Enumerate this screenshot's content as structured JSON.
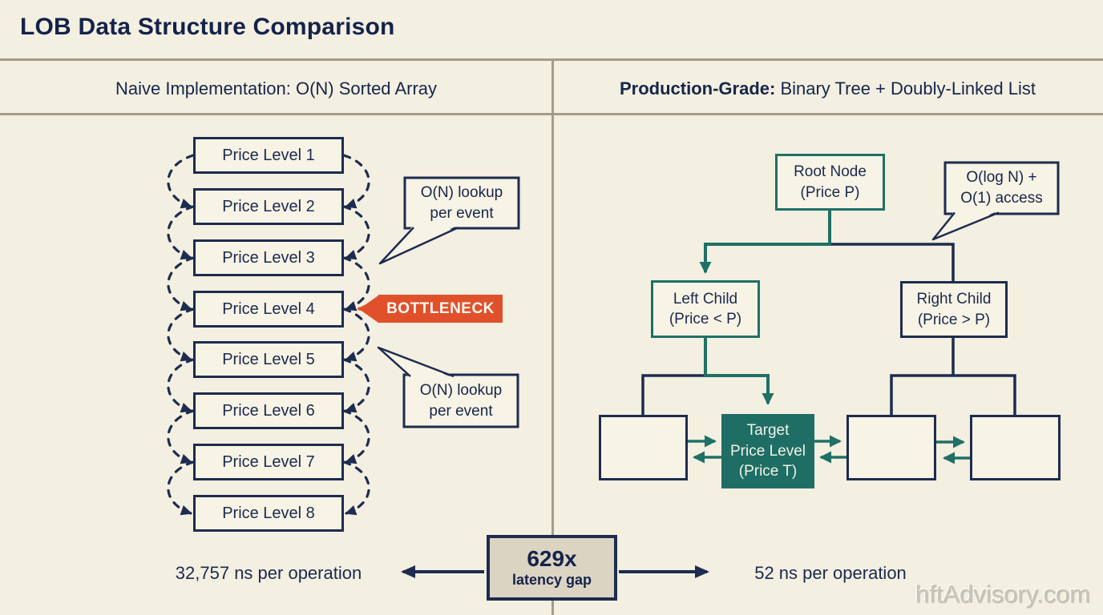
{
  "title": "LOB Data Structure Comparison",
  "left_panel": {
    "header": "Naive Implementation: O(N) Sorted Array",
    "price_levels": [
      "Price Level 1",
      "Price Level 2",
      "Price Level 3",
      "Price Level 4",
      "Price Level 5",
      "Price Level 6",
      "Price Level 7",
      "Price Level 8"
    ],
    "callout_top": {
      "line1": "O(N) lookup",
      "line2": "per event"
    },
    "callout_bottom": {
      "line1": "O(N) lookup",
      "line2": "per event"
    },
    "bottleneck_label": "BOTTLENECK",
    "metric": "32,757 ns per operation"
  },
  "right_panel": {
    "header_bold": "Production-Grade:",
    "header_rest": " Binary Tree + Doubly-Linked List",
    "root_node": {
      "line1": "Root Node",
      "line2": "(Price P)"
    },
    "left_child": {
      "line1": "Left Child",
      "line2": "(Price < P)"
    },
    "right_child": {
      "line1": "Right Child",
      "line2": "(Price > P)"
    },
    "callout": {
      "line1": "O(log N) +",
      "line2": "O(1) access"
    },
    "target_node": {
      "line1": "Target",
      "line2": "Price Level",
      "line3": "(Price T)"
    },
    "metric": "52 ns per operation"
  },
  "gap_box": {
    "value": "629x",
    "label": "latency gap"
  },
  "watermark": "hftAdvisory.com",
  "colors": {
    "background": "#f3efe1",
    "navy": "#1d2c4f",
    "teal": "#1f7065",
    "teal_fill": "#1e6e65",
    "orange": "#e0512b",
    "gap_fill": "#dbd4c2",
    "divider": "#a39c8d"
  }
}
